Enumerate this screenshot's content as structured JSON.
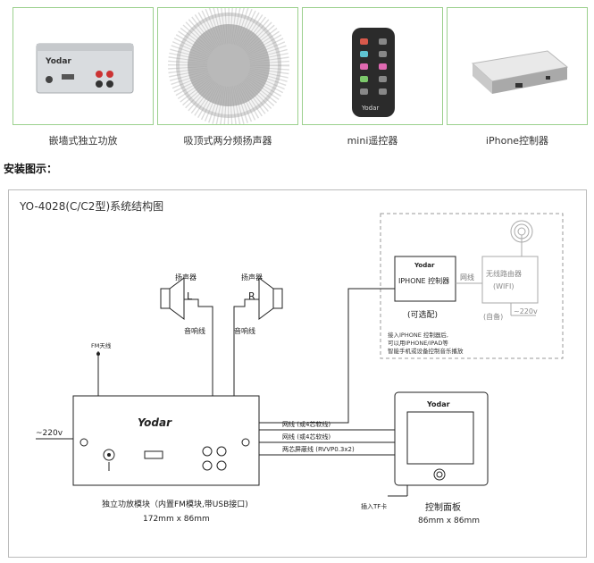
{
  "products": [
    {
      "caption": "嵌墙式独立功放",
      "icon": "wall-amplifier-photo",
      "logo": "Yodar"
    },
    {
      "caption": "吸顶式两分频扬声器",
      "icon": "ceiling-speaker-photo"
    },
    {
      "caption": "mini遥控器",
      "icon": "mini-remote-photo",
      "logo": "Yodar"
    },
    {
      "caption": "iPhone控制器",
      "icon": "iphone-controller-photo"
    }
  ],
  "section_title": "安装图示：",
  "diagram": {
    "title": "YO-4028(C/C2型)系统结构图",
    "speaker_label": "扬声器",
    "left_channel": "L",
    "right_channel": "R",
    "speaker_wire": "音响线",
    "fm_antenna": "FM天线",
    "power_in": "~220v",
    "iphone_controller": "IPHONE 控制器",
    "optional": "(可选配)",
    "network_cable": "网线",
    "router": "无线路由器",
    "wifi": "(WIFI)",
    "self_provided": "(自备)",
    "router_power": "~220v",
    "note_lines": [
      "接入IPHONE 控制器后,",
      "可以用IPHONE/IPAD等",
      "智能手机或设备控制音乐播放"
    ],
    "cable1": "网线 (或4芯软线)",
    "cable2": "网线 (或4芯软线)",
    "cable3": "两芯屏蔽线 (RVVP0.3x2)",
    "amp_logo": "Yodar",
    "panel_logo": "Yodar",
    "amp_name": "独立功放模块（内置FM模块,带USB接口)",
    "amp_size": "172mm x 86mm",
    "panel_name": "控制面板",
    "panel_size": "86mm x 86mm",
    "tf_card": "插入TF卡"
  }
}
